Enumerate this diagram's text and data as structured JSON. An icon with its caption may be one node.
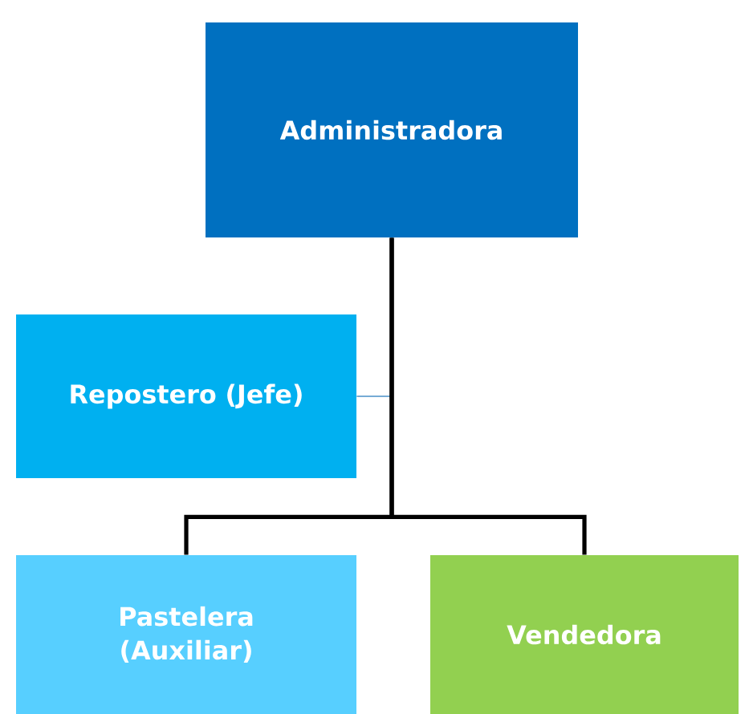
{
  "diagram": {
    "nodes": [
      {
        "text": [
          "Administradora"
        ]
      },
      {
        "text": [
          "Repostero (Jefe)"
        ]
      },
      {
        "text": [
          "Pastelera (Auxiliar)"
        ]
      },
      {
        "text": [
          "Vendedora"
        ]
      }
    ],
    "edges": [
      {
        "from": 1,
        "to": 0,
        "arrow": "none",
        "color": "#4a90c8"
      },
      {
        "from": 0,
        "to": 2,
        "arrow": "none"
      },
      {
        "from": 0,
        "to": 3,
        "arrow": "none"
      }
    ]
  }
}
